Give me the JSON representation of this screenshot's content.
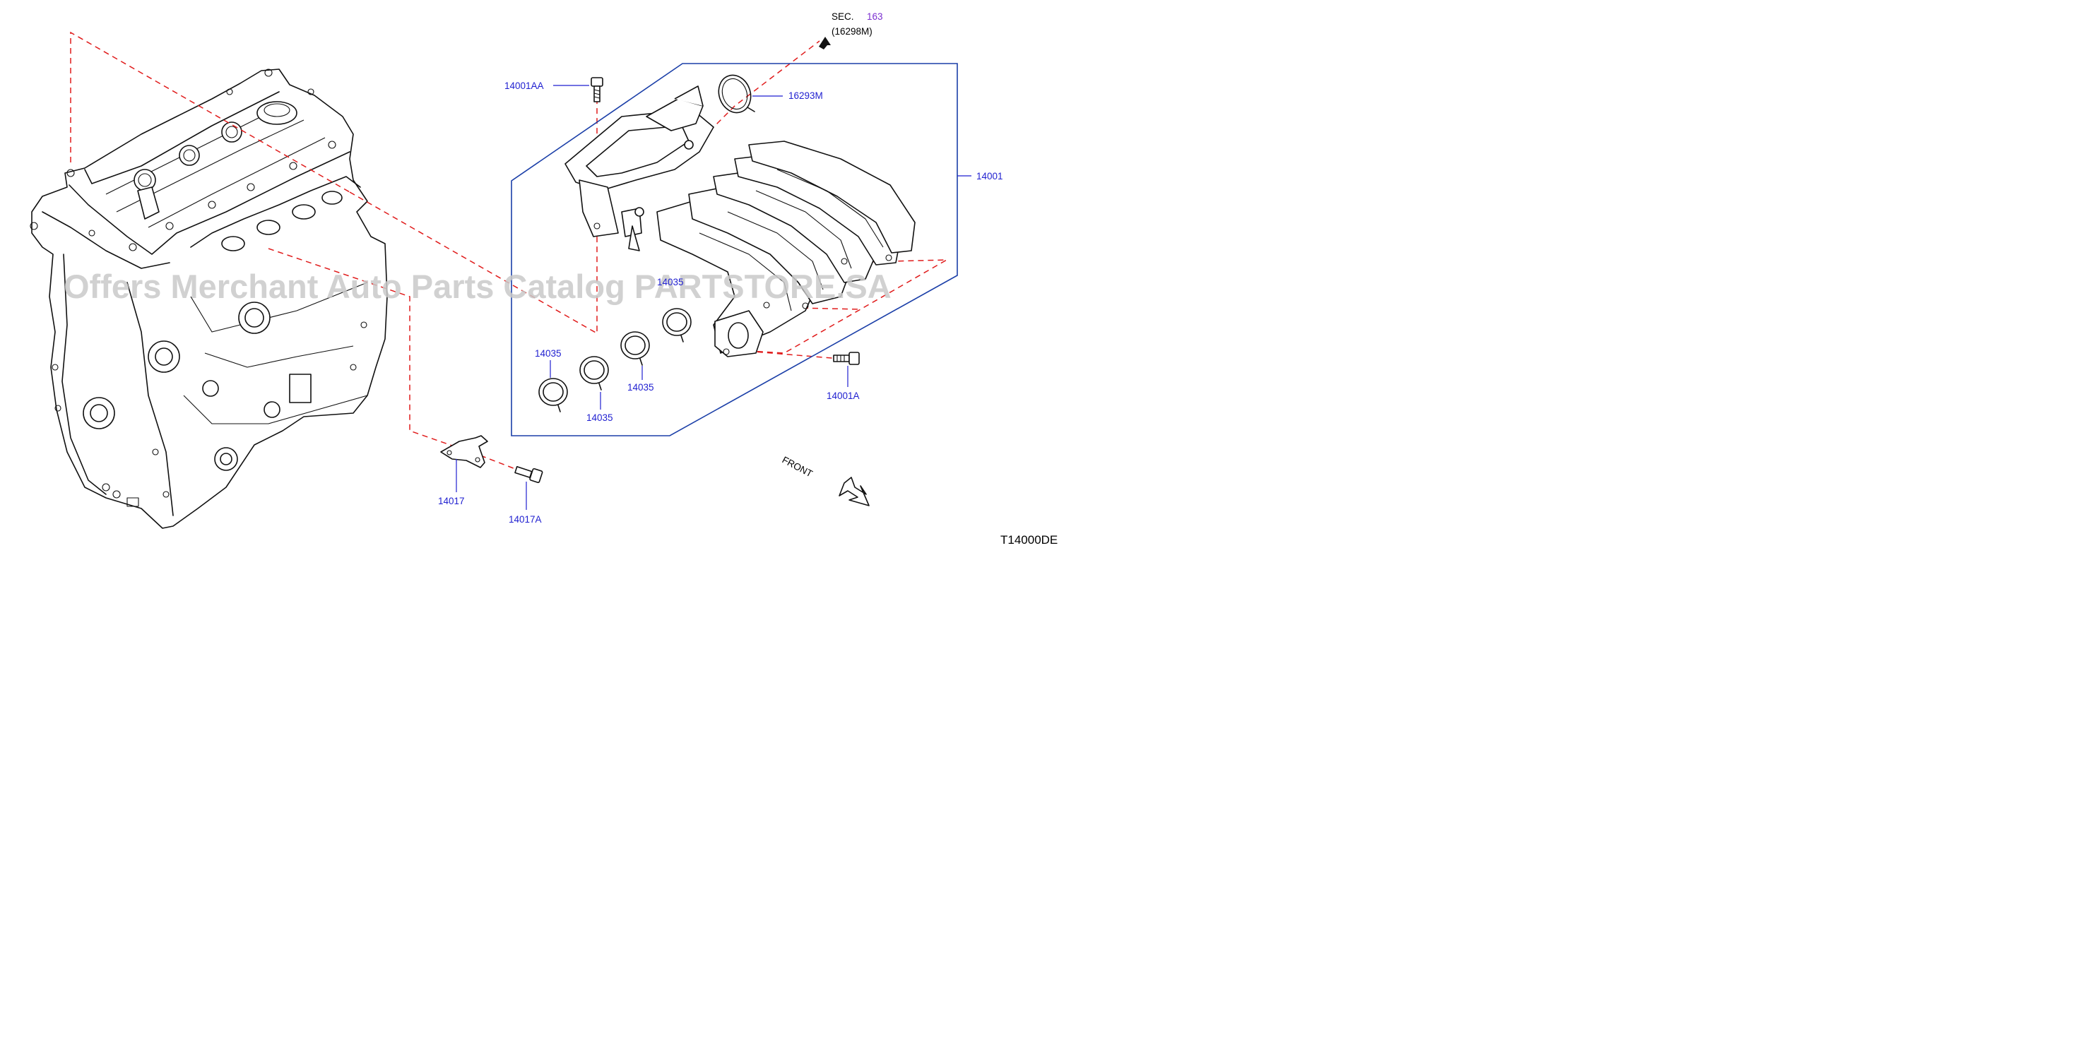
{
  "diagram": {
    "parts": [
      {
        "id": "14001AA",
        "label": "14001AA"
      },
      {
        "id": "16293M",
        "label": "16293M"
      },
      {
        "id": "14001",
        "label": "14001"
      },
      {
        "id": "14035-a",
        "label": "14035"
      },
      {
        "id": "14035-b",
        "label": "14035"
      },
      {
        "id": "14035-c",
        "label": "14035"
      },
      {
        "id": "14035-d",
        "label": "14035"
      },
      {
        "id": "14001A",
        "label": "14001A"
      },
      {
        "id": "14017",
        "label": "14017"
      },
      {
        "id": "14017A",
        "label": "14017A"
      }
    ],
    "section_ref": {
      "prefix": "SEC.",
      "number": "163",
      "sub": "(16298M)"
    },
    "front_label": "FRONT",
    "drawing_code": "T14000DE",
    "watermark": "Offers Merchant Auto Parts Catalog PARTSTORE.SA",
    "colors": {
      "part_label": "#1f1fd0",
      "section_link": "#7b2fd0",
      "dash_line": "#e01b1b",
      "frame": "#1b3fa8"
    }
  }
}
